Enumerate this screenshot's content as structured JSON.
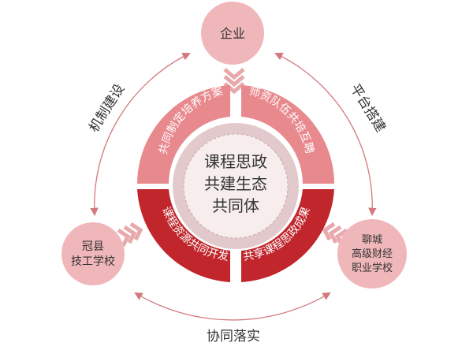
{
  "center": {
    "line1": "课程思政",
    "line2": "共建生态",
    "line3": "共同体"
  },
  "nodes": {
    "top": {
      "line1": "企业"
    },
    "left": {
      "line1": "冠县",
      "line2": "技工学校"
    },
    "right": {
      "line1": "聊城",
      "line2": "高级财经",
      "line3": "职业学校"
    }
  },
  "ring_segments": {
    "top_left": "共同制定培养方案",
    "top_right": "师资队伍共培互聘",
    "bottom_left": "课程资源共同开发",
    "bottom_right": "共享课程思政成果"
  },
  "links": {
    "left_arc": "机制建设",
    "right_arc": "平台搭建",
    "bottom_arc": "协同落实"
  },
  "colors": {
    "light_segment": "#e8898e",
    "dark_segment": "#c0262c",
    "node_fill": "#f0b7ba",
    "inner_ring": "#e2c9cb",
    "center_fill": "#f7eded",
    "arc_line": "#d37a7f",
    "chevron": "#e8a9ad"
  }
}
